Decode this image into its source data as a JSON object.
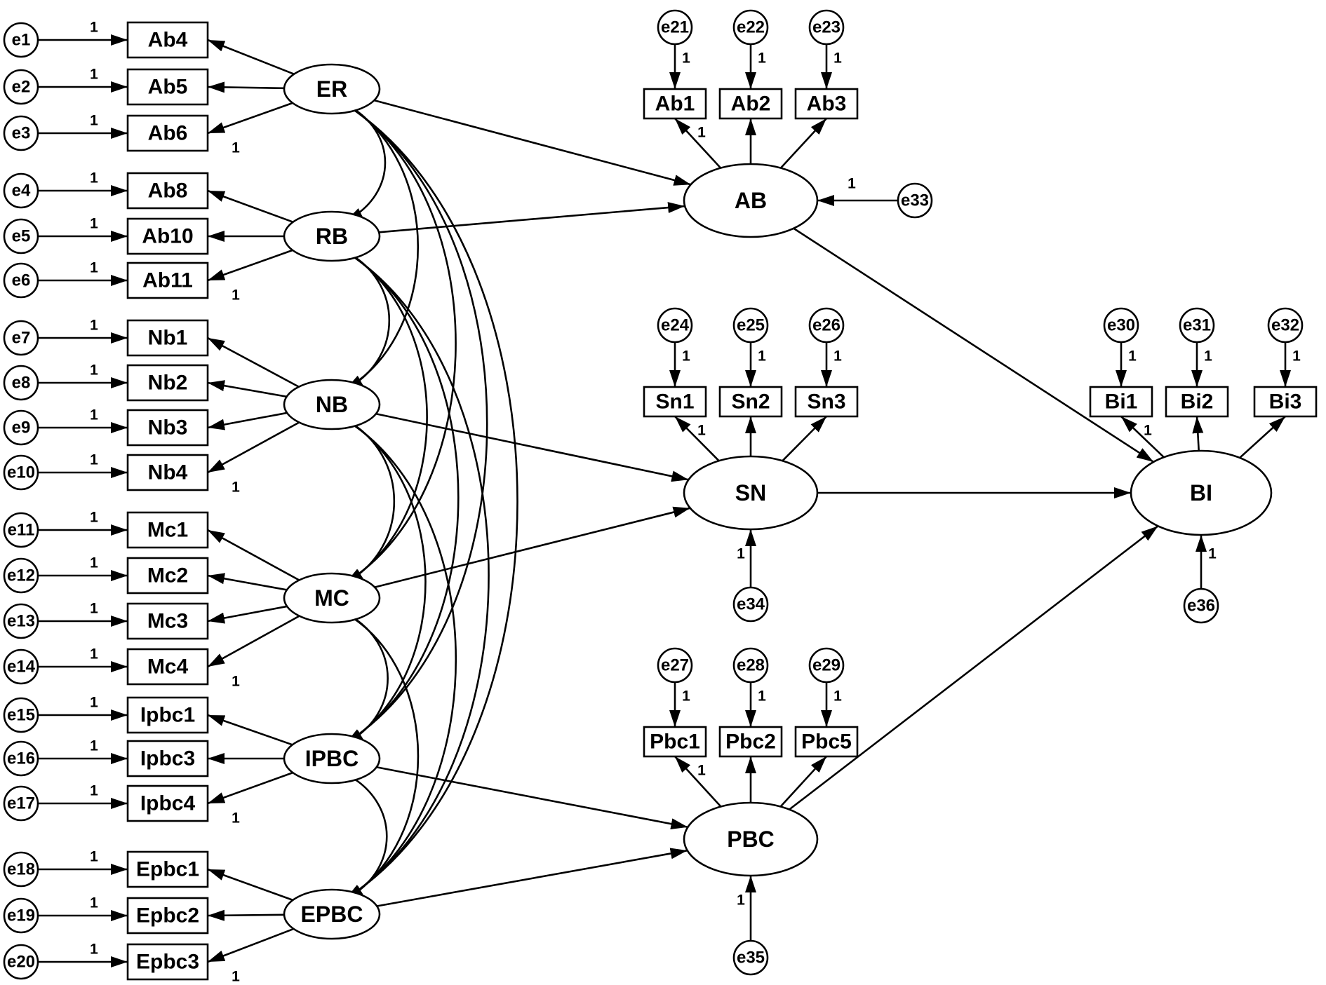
{
  "diagram": {
    "latents": {
      "ER": "ER",
      "RB": "RB",
      "NB": "NB",
      "MC": "MC",
      "IPBC": "IPBC",
      "EPBC": "EPBC",
      "AB": "AB",
      "SN": "SN",
      "PBC": "PBC",
      "BI": "BI"
    },
    "indicators": {
      "Ab4": "Ab4",
      "Ab5": "Ab5",
      "Ab6": "Ab6",
      "Ab8": "Ab8",
      "Ab10": "Ab10",
      "Ab11": "Ab11",
      "Nb1": "Nb1",
      "Nb2": "Nb2",
      "Nb3": "Nb3",
      "Nb4": "Nb4",
      "Mc1": "Mc1",
      "Mc2": "Mc2",
      "Mc3": "Mc3",
      "Mc4": "Mc4",
      "Ipbc1": "Ipbc1",
      "Ipbc3": "Ipbc3",
      "Ipbc4": "Ipbc4",
      "Epbc1": "Epbc1",
      "Epbc2": "Epbc2",
      "Epbc3": "Epbc3",
      "Ab1": "Ab1",
      "Ab2": "Ab2",
      "Ab3": "Ab3",
      "Sn1": "Sn1",
      "Sn2": "Sn2",
      "Sn3": "Sn3",
      "Pbc1": "Pbc1",
      "Pbc2": "Pbc2",
      "Pbc5": "Pbc5",
      "Bi1": "Bi1",
      "Bi2": "Bi2",
      "Bi3": "Bi3"
    },
    "errors": {
      "e1": "e1",
      "e2": "e2",
      "e3": "e3",
      "e4": "e4",
      "e5": "e5",
      "e6": "e6",
      "e7": "e7",
      "e8": "e8",
      "e9": "e9",
      "e10": "e10",
      "e11": "e11",
      "e12": "e12",
      "e13": "e13",
      "e14": "e14",
      "e15": "e15",
      "e16": "e16",
      "e17": "e17",
      "e18": "e18",
      "e19": "e19",
      "e20": "e20",
      "e21": "e21",
      "e22": "e22",
      "e23": "e23",
      "e24": "e24",
      "e25": "e25",
      "e26": "e26",
      "e27": "e27",
      "e28": "e28",
      "e29": "e29",
      "e30": "e30",
      "e31": "e31",
      "e32": "e32",
      "e33": "e33",
      "e34": "e34",
      "e35": "e35",
      "e36": "e36"
    },
    "fixed_weight": "1"
  }
}
